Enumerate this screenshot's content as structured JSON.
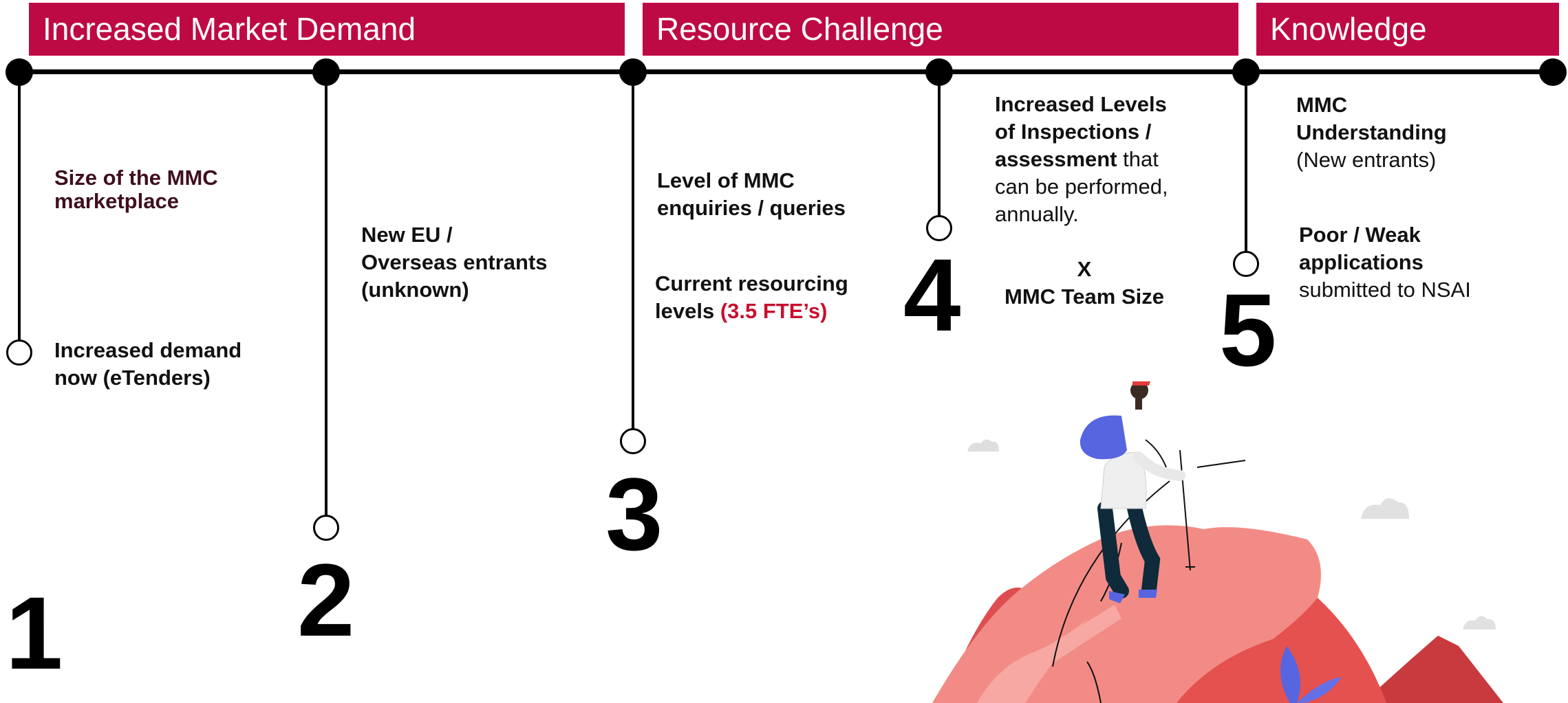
{
  "banners": {
    "market": "Increased Market Demand",
    "resource": "Resource Challenge",
    "knowledge": "Knowledge"
  },
  "numbers": [
    "1",
    "2",
    "3",
    "4",
    "5"
  ],
  "step1": {
    "size_line1": "Size of the MMC",
    "size_line2": "marketplace",
    "demand_line1": "Increased demand",
    "demand_line2": "now (eTenders)"
  },
  "step2": {
    "line1": "New EU /",
    "line2": "Overseas entrants",
    "line3": "(unknown)"
  },
  "step3": {
    "enq_line1": "Level of MMC",
    "enq_line2": "enquiries / queries",
    "res_line1": "Current resourcing",
    "res_line2_a": "levels ",
    "res_line2_b": "(3.5 FTE’s)"
  },
  "step4": {
    "line1": "Increased Levels",
    "line2": "of Inspections /",
    "line3_bold": "assessment",
    "line3_rest": " that",
    "line4": "can be performed,",
    "line5": "annually.",
    "multiplier": "X",
    "team": "MMC Team Size"
  },
  "step5": {
    "und_line1": "MMC",
    "und_line2": "Understanding",
    "und_line3": "(New entrants)",
    "poor_line1": "Poor / Weak",
    "poor_line2": "applications",
    "poor_line3": "submitted to NSAI"
  },
  "colors": {
    "banner": "#be0a44",
    "accent_red": "#c8102e",
    "maroon": "#3f0f1f",
    "mountain": "#f28b86"
  }
}
